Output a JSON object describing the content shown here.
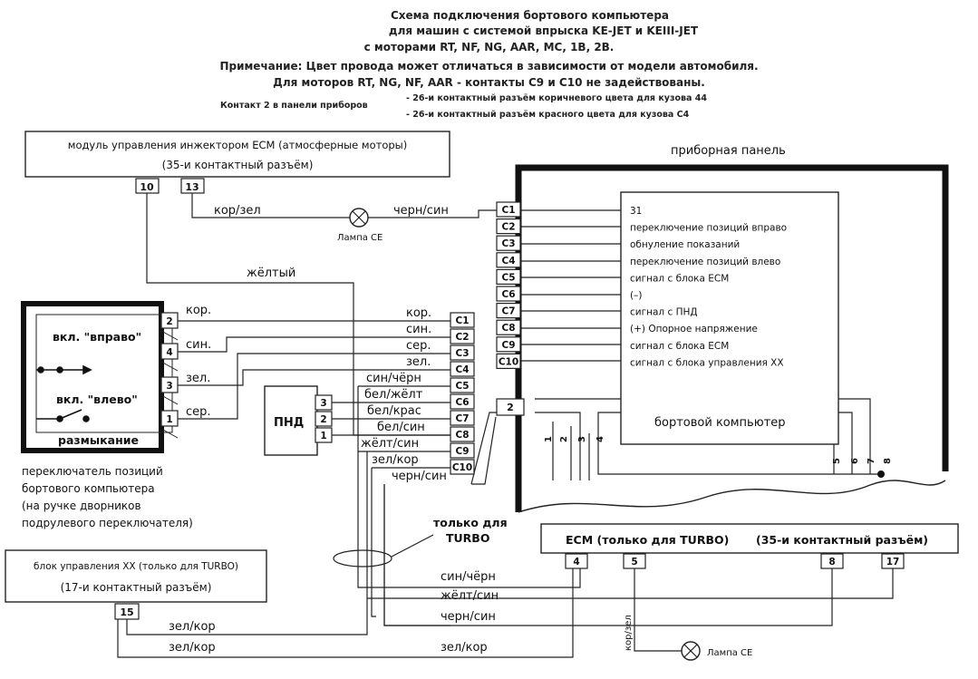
{
  "header": {
    "lines": [
      "Схема подключения бортового компьютера",
      "для машин с системой впрыска KE-JET и KEIII-JET",
      "с моторами RT, NF, NG, AAR, MC, 1B, 2B.",
      "Примечание: Цвет провода может отличаться в зависимости от модели автомобиля.",
      "Для моторов RT, NG, NF, AAR - контакты C9 и C10 не задействованы."
    ],
    "contact_note": {
      "label": "Контакт 2 в панели приборов",
      "items": [
        "- 26-и контактный разъём коричневого цвета для кузова 44",
        "- 26-и контактный разъём красного цвета для кузова C4"
      ]
    }
  },
  "ecm_module": {
    "line1": "модуль управления инжектором ECM (атмосферные моторы)",
    "line2": "(35-и контактный разъём)",
    "pins": [
      "10",
      "13"
    ]
  },
  "lamp_top": {
    "label": "Лампа CE",
    "wire_left": "кор/зел",
    "wire_right": "черн/син"
  },
  "wire_yellow": "жёлтый",
  "dash": {
    "title": "приборная панель",
    "plug": "2",
    "pins": [
      "C1",
      "C2",
      "C3",
      "C4",
      "C5",
      "C6",
      "C7",
      "C8",
      "C9",
      "C10"
    ],
    "sub_pins_left": [
      "1",
      "2",
      "3",
      "4"
    ],
    "sub_pins_right": [
      "5",
      "6",
      "7",
      "8"
    ]
  },
  "computer": {
    "title": "бортовой компьютер",
    "functions": [
      "31",
      "переключение позиций вправо",
      "обнуление показаний",
      "переключение позиций влево",
      "сигнал с блока ECM",
      "(–)",
      "сигнал с ПНД",
      "(+) Опорное напряжение",
      "сигнал с блока ECM",
      "сигнал с блока управления XX"
    ]
  },
  "switch_block": {
    "label_right": "вкл. \"вправо\"",
    "label_left": "вкл. \"влево\"",
    "label_open": "размыкание",
    "pins": [
      "2",
      "4",
      "3",
      "1"
    ],
    "wire_colors": [
      "кор.",
      "син.",
      "зел.",
      "сер."
    ]
  },
  "connector_left": {
    "pins": [
      "C1",
      "C2",
      "C3",
      "C4",
      "C5",
      "C6",
      "C7",
      "C8",
      "C9",
      "C10"
    ],
    "wires": [
      "кор.",
      "син.",
      "сер.",
      "зел.",
      "син/чёрн",
      "бел/жёлт",
      "бел/крас",
      "бел/син",
      "жёлт/син",
      "зел/кор",
      "черн/син"
    ]
  },
  "pnd": {
    "label": "ПНД",
    "pins": [
      "3",
      "2",
      "1"
    ]
  },
  "switch_caption": [
    "переключатель позиций",
    "бортового компьютера",
    "(на ручке дворников",
    "подрулевого переключателя)"
  ],
  "turbo_note": [
    "только для",
    "TURBO"
  ],
  "xx_unit": {
    "line1": "блок управления XX (только для TURBO)",
    "line2": "(17-и контактный разъём)",
    "pin": "15"
  },
  "ecm_turbo": {
    "label": "ECM (только для TURBO)",
    "connector": "(35-и контактный разъём)",
    "pins": [
      "4",
      "5",
      "8",
      "17"
    ]
  },
  "bottom_wires": [
    "син/чёрн",
    "жёлт/син",
    "черн/син",
    "зел/кор",
    "зел/кор",
    "зел/кор"
  ],
  "lamp_bottom": {
    "label": "Лампа CE",
    "wire": "кор/зел"
  }
}
